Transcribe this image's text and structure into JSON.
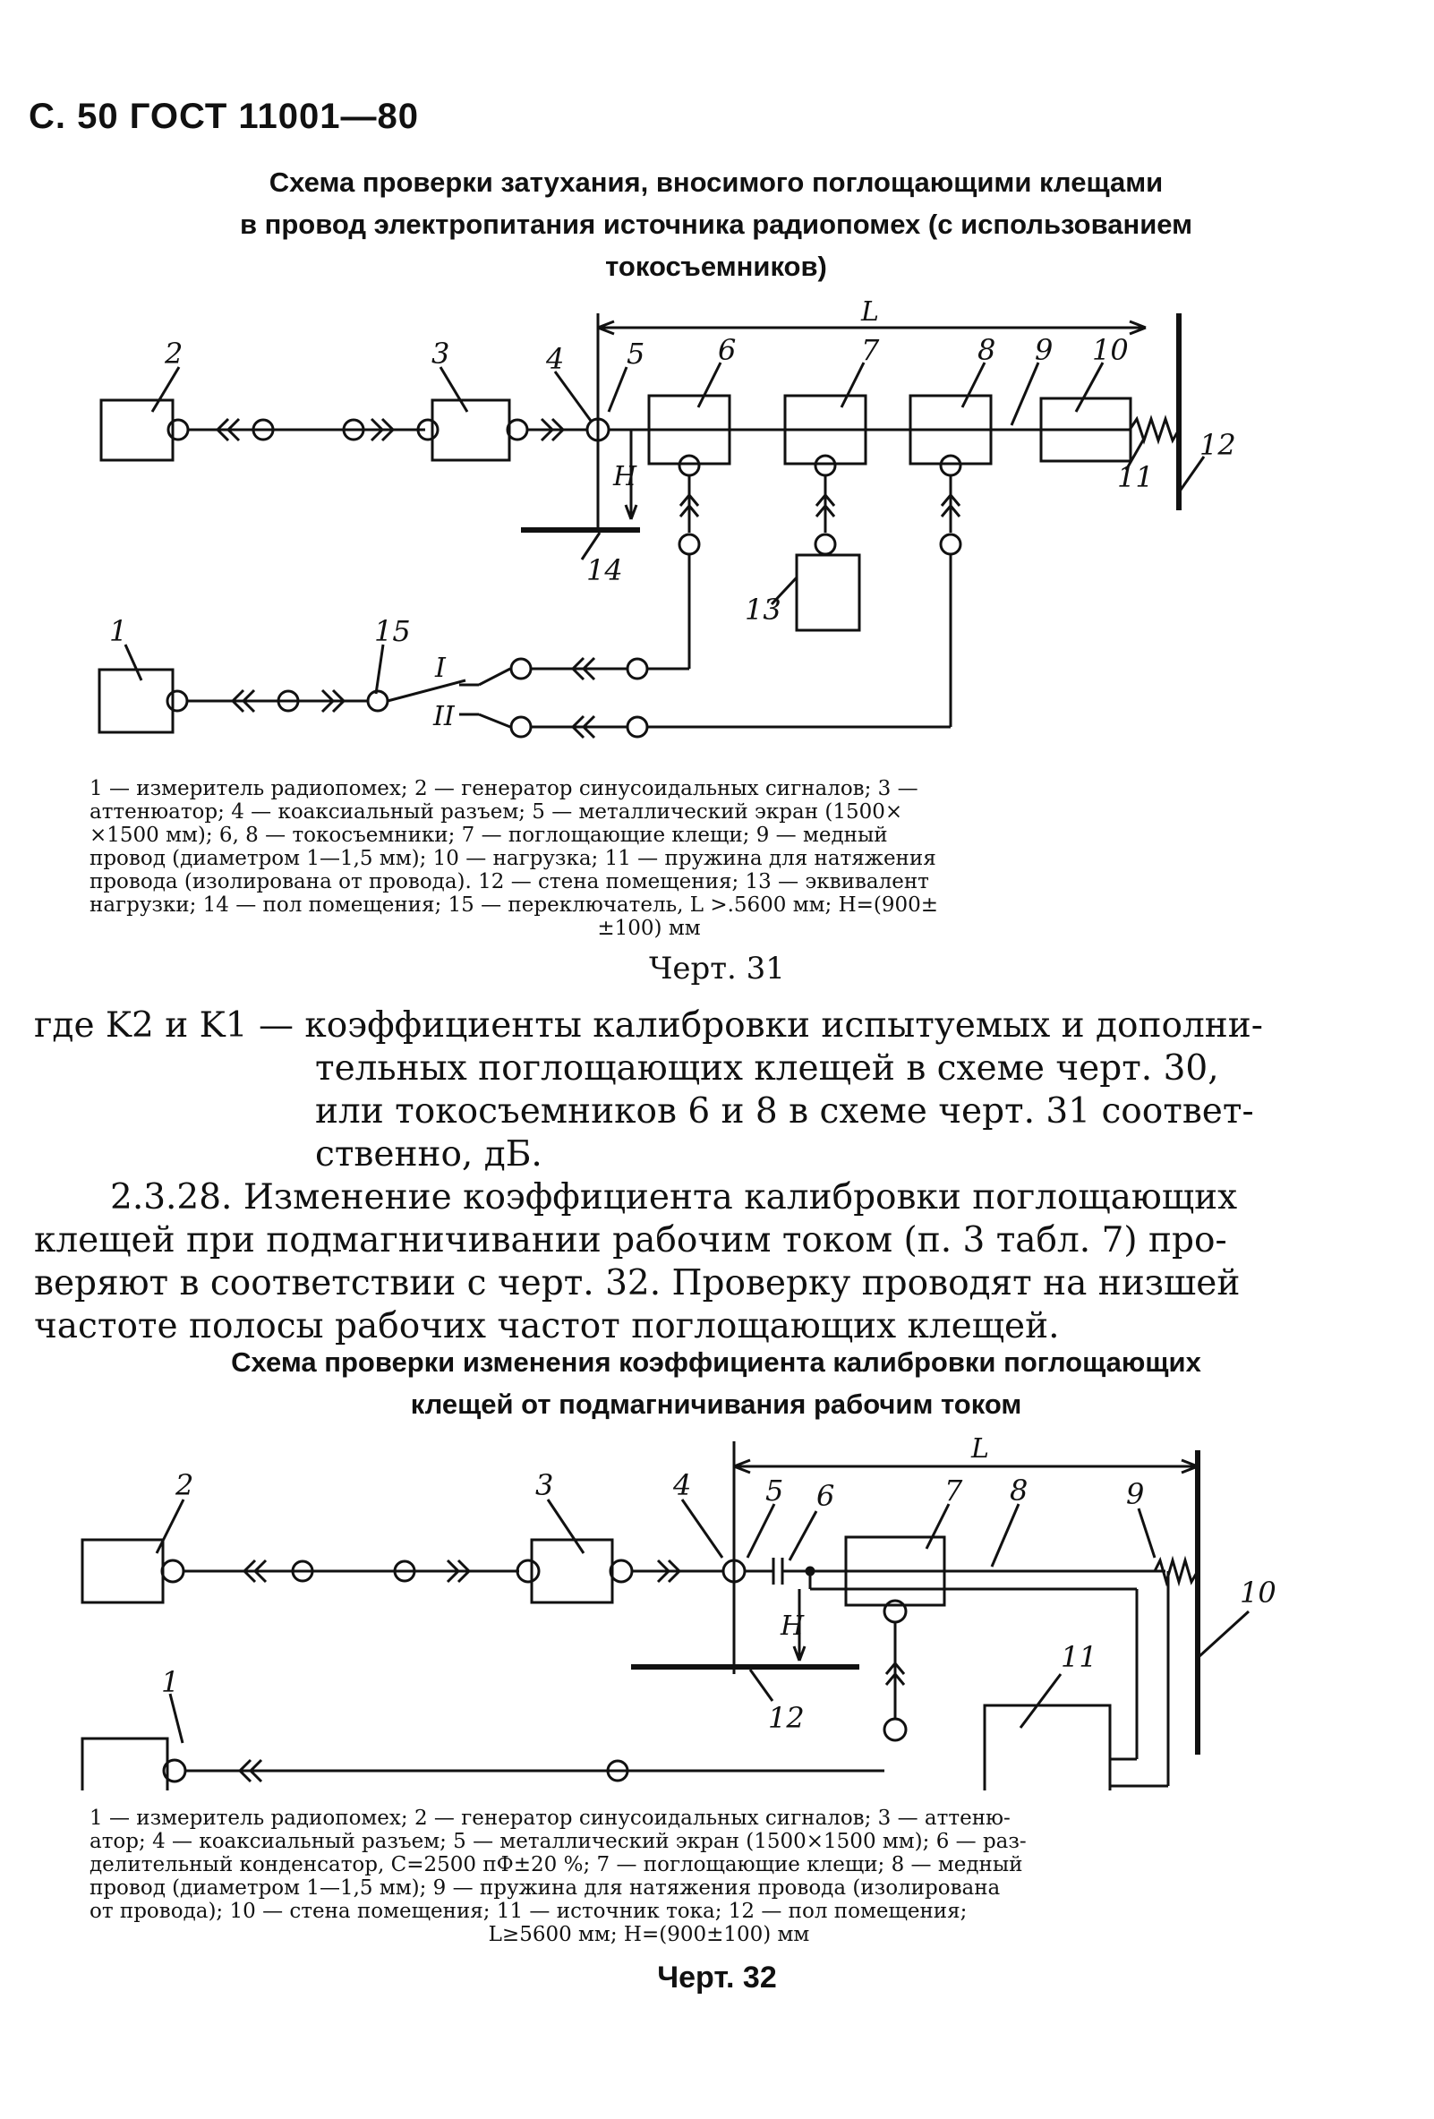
{
  "page": {
    "header": "С. 50 ГОСТ 11001—80"
  },
  "figure31": {
    "title_lines": [
      "Схема проверки затухания, вносимого поглощающими клещами",
      "в провод электропитания источника радиопомех (с использованием",
      "токосъемников)"
    ],
    "labels": {
      "n1": "1",
      "n2": "2",
      "n3": "3",
      "n4": "4",
      "n5": "5",
      "n6": "6",
      "n7": "7",
      "n8": "8",
      "n9": "9",
      "n10": "10",
      "n11": "11",
      "n12": "12",
      "n13": "13",
      "n14": "14",
      "n15": "15",
      "L": "L",
      "H": "H",
      "sw1": "I",
      "sw2": "II"
    },
    "legend_lines": [
      "1 — измеритель радиопомех; 2 — генератор синусоидальных сигналов; 3 —",
      "аттенюатор; 4 — коаксиальный разъем; 5 — металлический экран (1500×",
      "×1500 мм); 6, 8 — токосъемники; 7 — поглощающие клещи; 9 — медный",
      "провод (диаметром 1—1,5 мм); 10 — нагрузка; 11 — пружина для натяжения",
      "провода (изолирована от провода). 12 — стена помещения; 13 — эквивалент",
      "нагрузки; 14 — пол помещения; 15 — переключатель, L >.5600 мм; H=(900±",
      "±100) мм"
    ],
    "caption": "Черт. 31"
  },
  "text": {
    "where_line": "где K2 и K1 — коэффициенты калибровки испытуемых и дополни-",
    "cont_lines": [
      "тельных поглощающих клещей в схеме черт. 30,",
      "или токосъемников 6 и 8 в схеме черт. 31 соответ-",
      "ственно, дБ."
    ],
    "para_lines": [
      "2.3.28. Изменение коэффициента калибровки поглощающих",
      "клещей при подмагничивании рабочим током (п. 3 табл. 7) про-",
      "веряют в соответствии с черт. 32. Проверку проводят на низшей",
      "частоте полосы рабочих частот поглощающих клещей."
    ]
  },
  "figure32": {
    "title_lines": [
      "Схема проверки изменения коэффициента калибровки поглощающих",
      "клещей от подмагничивания рабочим током"
    ],
    "labels": {
      "n1": "1",
      "n2": "2",
      "n3": "3",
      "n4": "4",
      "n5": "5",
      "n6": "6",
      "n7": "7",
      "n8": "8",
      "n9": "9",
      "n10": "10",
      "n11": "11",
      "n12": "12",
      "L": "L",
      "H": "H"
    },
    "legend_lines": [
      "1 — измеритель радиопомех; 2 — генератор синусоидальных сигналов; 3 — аттеню-",
      "атор; 4 — коаксиальный разъем; 5 — металлический экран (1500×1500 мм); 6 — раз-",
      "делительный конденсатор, C=2500 пФ±20 %; 7 — поглощающие клещи; 8 — медный",
      "провод (диаметром 1—1,5 мм); 9 — пружина для натяжения провода (изолирована",
      "от провода); 10 — стена помещения; 11 — источник тока; 12 — пол помещения;",
      "L≥5600 мм; H=(900±100) мм"
    ],
    "caption": "Черт. 32"
  }
}
